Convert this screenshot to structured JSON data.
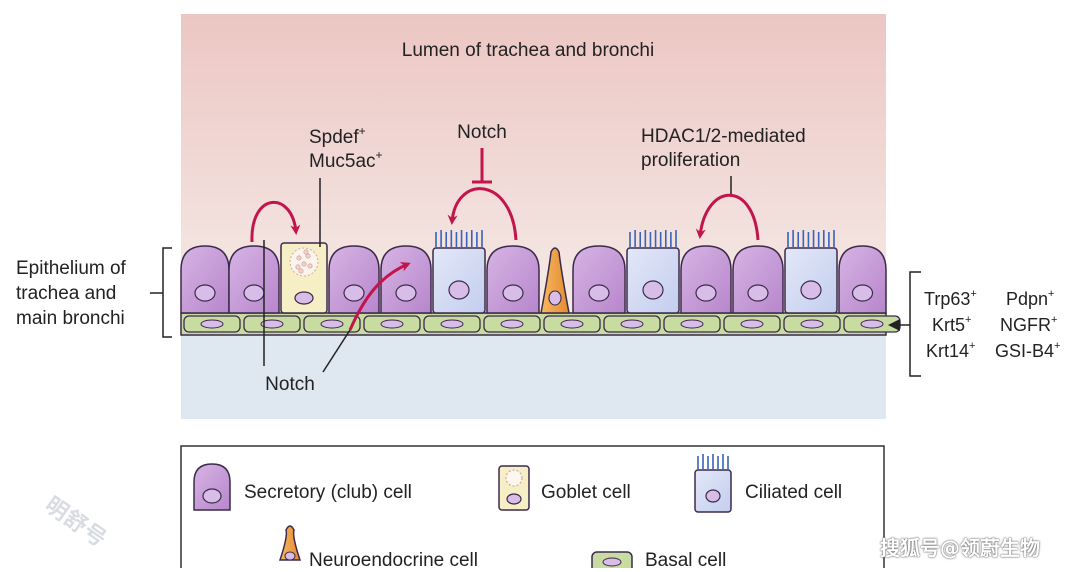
{
  "diagram": {
    "lumen_label": "Lumen of trachea and bronchi",
    "goblet_markers": {
      "line1": "Spdef",
      "line1_sup": "+",
      "line2": "Muc5ac",
      "line2_sup": "+"
    },
    "notch_inhibit_label": "Notch",
    "hdac_label_line1": "HDAC1/2-mediated",
    "hdac_label_line2": "proliferation",
    "epithelium_label": [
      "Epithelium of",
      "trachea and",
      "main bronchi"
    ],
    "notch_bottom_label": "Notch",
    "basal_markers": [
      {
        "text": "Trp63",
        "sup": "+"
      },
      {
        "text": "Pdpn",
        "sup": "+"
      },
      {
        "text": "Krt5",
        "sup": "+"
      },
      {
        "text": "NGFR",
        "sup": "+"
      },
      {
        "text": "Krt14",
        "sup": "+"
      },
      {
        "text": "GSI-B4",
        "sup": "+"
      }
    ]
  },
  "legend": {
    "items": [
      {
        "label": "Secretory (club) cell",
        "icon": "secretory-cell-icon"
      },
      {
        "label": "Goblet cell",
        "icon": "goblet-cell-icon"
      },
      {
        "label": "Ciliated cell",
        "icon": "ciliated-cell-icon"
      },
      {
        "label": "Neuroendocrine cell",
        "icon": "neuroendocrine-cell-icon"
      },
      {
        "label": "Basal cell",
        "icon": "basal-cell-icon"
      }
    ]
  },
  "watermarks": {
    "left": "明舒号",
    "right": "搜狐号@领蔚生物"
  },
  "colors": {
    "lumen_top": "#ecc6c3",
    "lumen_bottom": "#f4ece8",
    "submucosa": "#dfe7f1",
    "secretory_fill": "#c69ad6",
    "secretory_nucleus": "#c9a8e0",
    "goblet_fill": "#f6efc6",
    "ciliated_fill": "#d5dcf3",
    "cilia": "#3a64b8",
    "neuroendocrine_fill": "#f1a14a",
    "basal_fill": "#c8dca2",
    "arrow": "#c2154c",
    "cell_outline": "#3b2a4a"
  }
}
